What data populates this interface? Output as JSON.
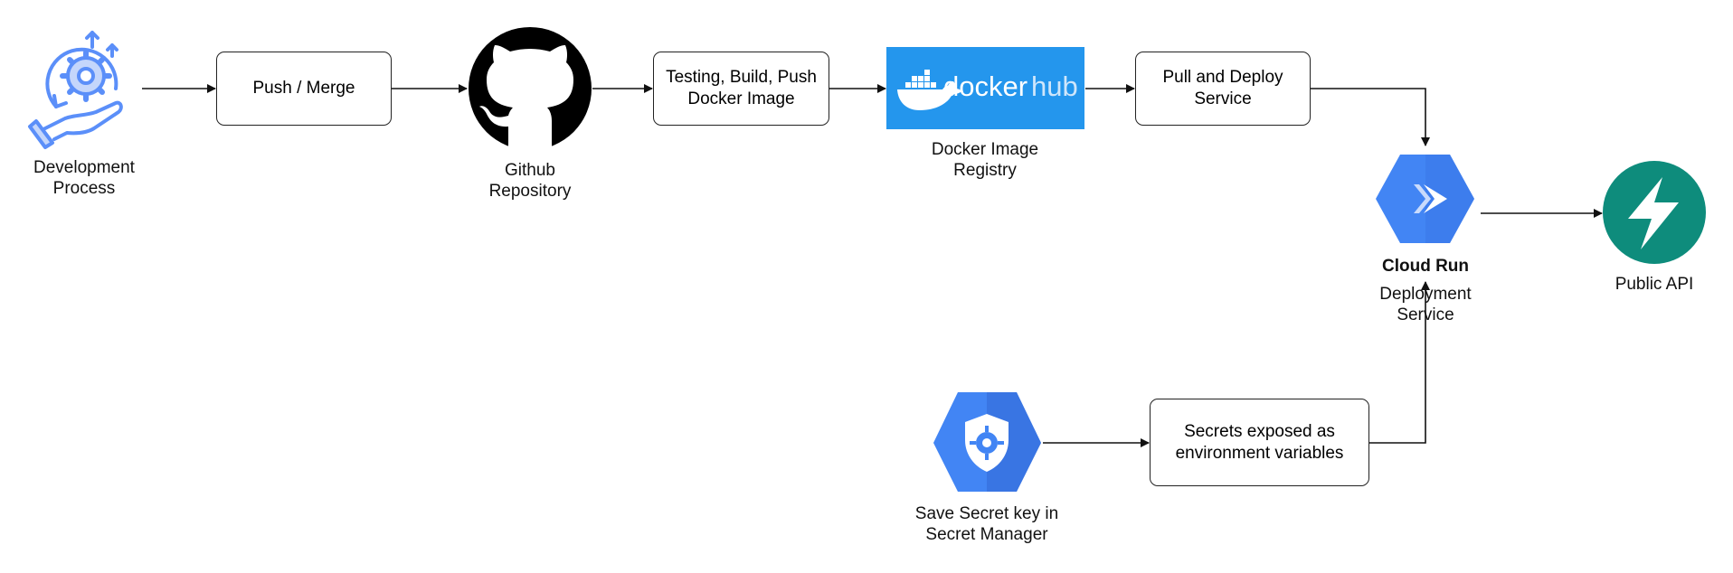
{
  "nodes": {
    "development": {
      "lines": [
        "Development",
        "Process"
      ],
      "icon": "development-process-icon"
    },
    "push_merge": {
      "lines": [
        "Push / Merge"
      ]
    },
    "github": {
      "lines": [
        "Github",
        "Repository"
      ],
      "icon": "github-icon"
    },
    "build": {
      "lines": [
        "Testing, Build, Push",
        "Docker Image"
      ]
    },
    "dockerhub": {
      "logo_word_1": "docker",
      "logo_word_2": "hub",
      "lines": [
        "Docker Image",
        "Registry"
      ],
      "icon": "docker-whale-icon"
    },
    "pull_deploy": {
      "lines": [
        "Pull and Deploy",
        "Service"
      ]
    },
    "cloud_run": {
      "title": "Cloud Run",
      "lines": [
        "Deployment",
        "Service"
      ],
      "icon": "cloud-run-icon"
    },
    "public_api": {
      "lines": [
        "Public API"
      ],
      "icon": "fastapi-icon"
    },
    "secret_manager": {
      "lines": [
        "Save Secret key in",
        "Secret Manager"
      ],
      "icon": "secret-manager-icon"
    },
    "secrets_env": {
      "lines": [
        "Secrets exposed as",
        "environment variables"
      ]
    }
  },
  "colors": {
    "icon_blue": "#5b8ff9",
    "google_blue": "#4285f4",
    "google_blue_dark": "#3367d6",
    "docker_blue": "#2496ed",
    "fastapi_teal": "#0e8c7c",
    "github_black": "#000000"
  }
}
